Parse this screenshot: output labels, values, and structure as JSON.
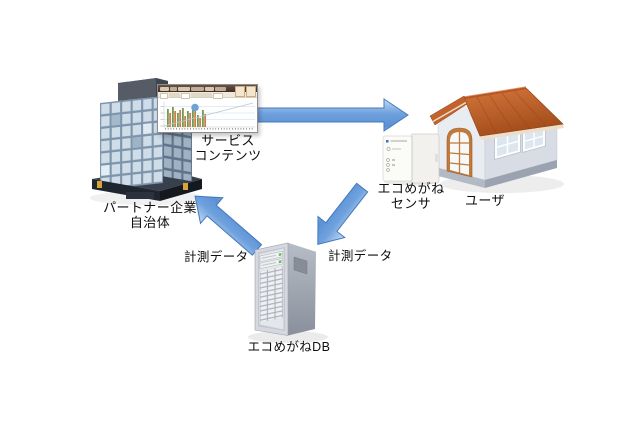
{
  "diagram": {
    "background_color": "#ffffff",
    "nodes": {
      "partner": {
        "icon": "office-building-icon",
        "label_line1": "パートナー企業",
        "label_line2": "自治体"
      },
      "service_contents": {
        "icon": "dashboard-screenshot",
        "label_line1": "サービス",
        "label_line2": "コンテンツ"
      },
      "user": {
        "icon": "house-icon",
        "label": "ユーザ"
      },
      "sensor": {
        "icon": "sensor-device-icon",
        "label_line1": "エコめがね",
        "label_line2": "センサ"
      },
      "database": {
        "icon": "server-tower-icon",
        "label": "エコめがねDB"
      }
    },
    "edges": {
      "service_to_user": {
        "from": "partner",
        "to": "user"
      },
      "db_to_partner": {
        "from": "database",
        "to": "partner",
        "label": "計測データ"
      },
      "sensor_to_db": {
        "from": "sensor",
        "to": "database",
        "label": "計測データ"
      }
    },
    "colors": {
      "arrow_fill_top": "#b9d3f0",
      "arrow_fill_mid": "#6fa1dd",
      "arrow_fill_bottom": "#5b90d4",
      "arrow_border": "#4479bd",
      "house_roof": "#c2632d",
      "house_door": "#c07a3a",
      "chart_bar_green": "#6f9e4f",
      "chart_bar_orange": "#cf7f4f",
      "led_green": "#5fbf5f"
    }
  }
}
